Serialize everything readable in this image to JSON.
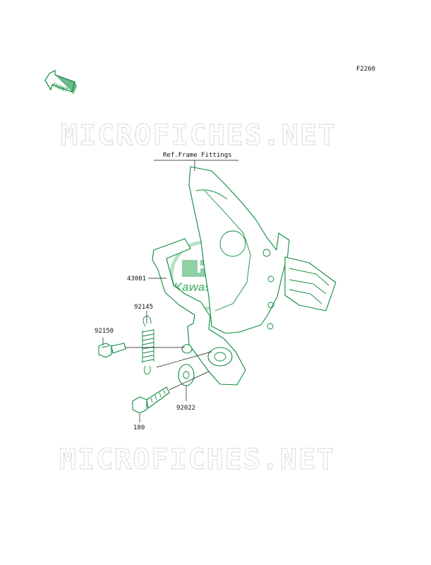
{
  "figure_code": "F2260",
  "front_label": "FRONT",
  "watermark_text": "MICROFICHES.NET",
  "brand_text": "Kawasaki",
  "colors": {
    "line": "#0c8a3a",
    "brand": "#6cbf86",
    "watermark": "#c8c8c8",
    "text": "#111111"
  },
  "callouts": {
    "ref_frame": "Ref.Frame Fittings",
    "pedal": "43001",
    "spring": "92145",
    "pin_bolt": "92150",
    "washer": "92022",
    "bolt": "180"
  }
}
